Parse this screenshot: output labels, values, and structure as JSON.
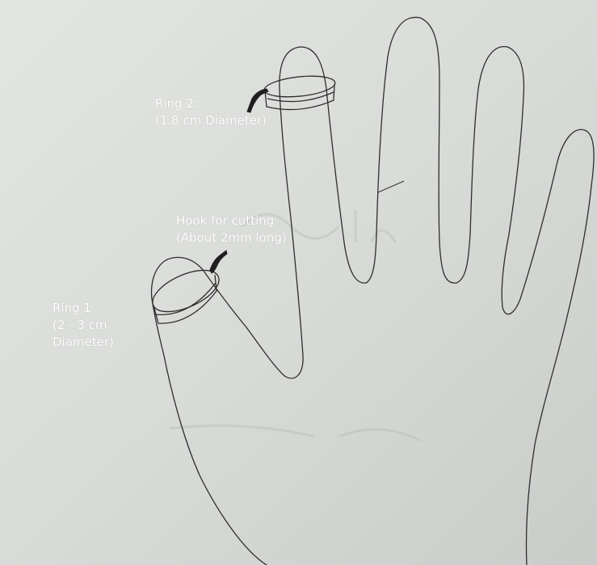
{
  "annotations": {
    "ring2": {
      "line1": "Ring 2:",
      "line2": "(1.8 cm Diameter)"
    },
    "hook": {
      "line1": "Hook for cutting",
      "line2": "(About 2mm long)"
    },
    "ring1": {
      "line1": "Ring 1",
      "line2": "(2 - 3 cm",
      "line3": "Diameter)"
    }
  },
  "colors": {
    "paper": "#d9dcd8",
    "pencil": "#2c2c2c",
    "label_text": "#ffffff"
  },
  "icons": [
    "hand-outline-drawing",
    "ring-1-drawing",
    "ring-2-drawing",
    "hook-1-drawing",
    "hook-2-drawing"
  ]
}
